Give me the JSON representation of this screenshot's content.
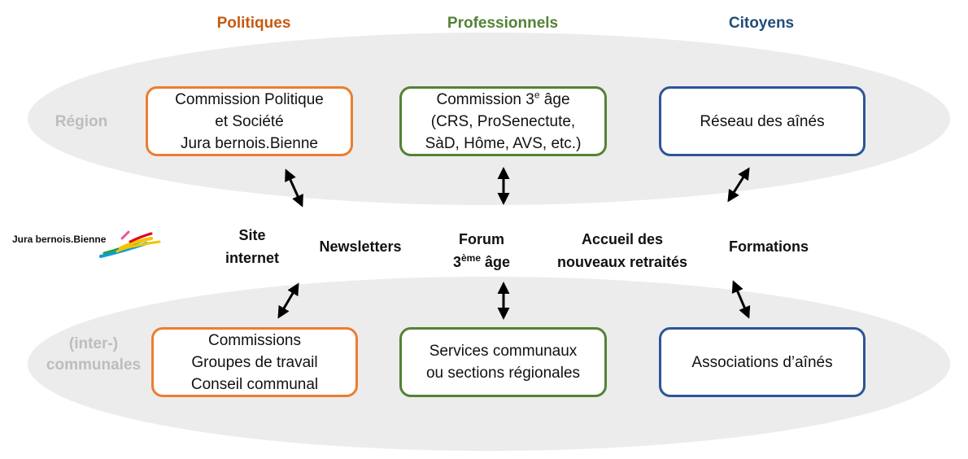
{
  "columns": {
    "politiques": {
      "label": "Politiques",
      "color": "#c55a11"
    },
    "professionnels": {
      "label": "Professionnels",
      "color": "#548235"
    },
    "citoyens": {
      "label": "Citoyens",
      "color": "#1f4e79"
    }
  },
  "rows": {
    "region": "Région",
    "communales_1": "(inter-)",
    "communales_2": "communales"
  },
  "region_boxes": {
    "politiques": [
      "Commission Politique",
      "et Société",
      "Jura bernois.Bienne"
    ],
    "professionnels_line1_main": "Commission 3",
    "professionnels_line1_sup": "e",
    "professionnels_line1_end": " âge",
    "professionnels_rest": [
      "(CRS, ProSenectute,",
      "SàD, Hôme, AVS, etc.)"
    ],
    "citoyens": [
      "Réseau des aînés"
    ]
  },
  "communal_boxes": {
    "politiques": [
      "Commissions",
      "Groupes de travail",
      "Conseil communal"
    ],
    "professionnels": [
      "Services communaux",
      "ou sections régionales"
    ],
    "citoyens": [
      "Associations d’aînés"
    ]
  },
  "middle": {
    "site_1": "Site",
    "site_2": "internet",
    "newsletters": "Newsletters",
    "forum_1": "Forum",
    "forum_2_num": "3",
    "forum_2_sup": "ème",
    "forum_2_end": " âge",
    "accueil_1": "Accueil des",
    "accueil_2": "nouveaux retraités",
    "formations": "Formations"
  },
  "logo": {
    "text": "Jura bernois.Bienne",
    "icon": "swoosh-logo-icon"
  },
  "colors": {
    "ellipse": "#ececec",
    "row_label": "#bdbdbd",
    "arrow": "#000000"
  }
}
